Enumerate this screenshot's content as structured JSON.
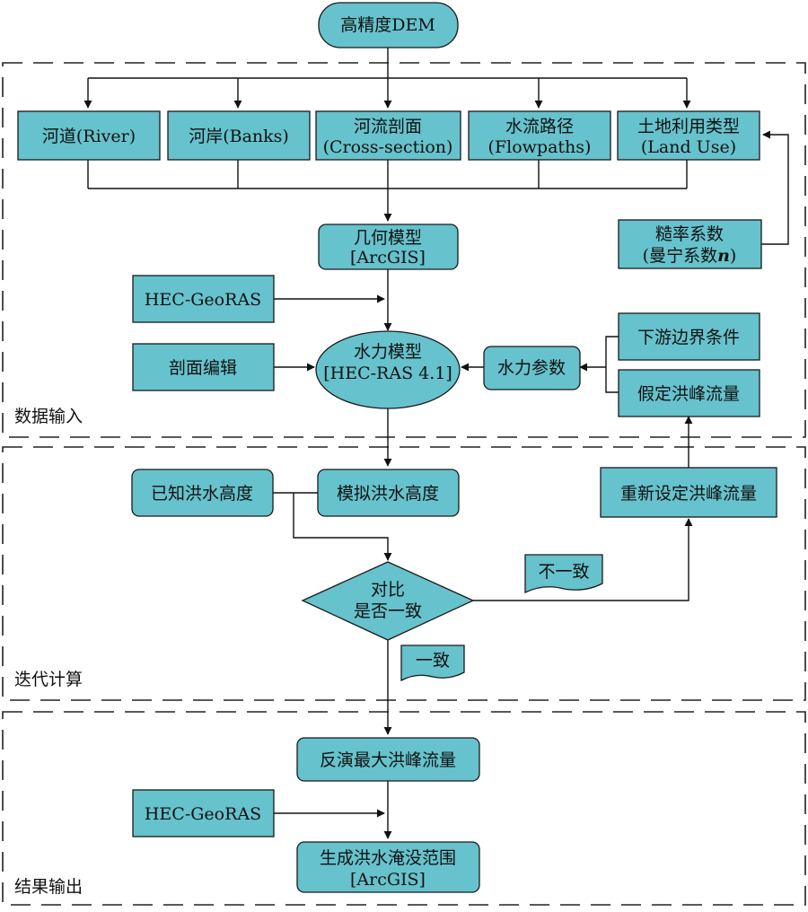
{
  "colors": {
    "box_fill": "#66c2cc",
    "stroke": "#1a1a1a",
    "background": "#ffffff"
  },
  "sections": {
    "input": "数据输入",
    "iterate": "迭代计算",
    "output": "结果输出"
  },
  "nodes": {
    "dem": "高精度DEM",
    "river": "河道(River)",
    "banks": "河岸(Banks)",
    "cross_l1": "河流剖面",
    "cross_l2": "(Cross-section)",
    "flow_l1": "水流路径",
    "flow_l2": "(Flowpaths)",
    "land_l1": "土地利用类型",
    "land_l2": "(Land Use)",
    "geom_l1": "几何模型",
    "geom_l2": "[ArcGIS]",
    "rough_l1": "糙率系数",
    "rough_l2": "(曼宁系数",
    "rough_l2_italic": "n",
    "rough_l2_end": ")",
    "georas1": "HEC-GeoRAS",
    "section_edit": "剖面编辑",
    "hyd_l1": "水力模型",
    "hyd_l2": "[HEC-RAS 4.1]",
    "hyd_params": "水力参数",
    "downstream": "下游边界条件",
    "assumed_flow": "假定洪峰流量",
    "known_height": "已知洪水高度",
    "sim_height": "模拟洪水高度",
    "reset_flow": "重新设定洪峰流量",
    "compare_l1": "对比",
    "compare_l2": "是否一致",
    "inconsistent": "不一致",
    "consistent": "一致",
    "inverse_flow": "反演最大洪峰流量",
    "georas2": "HEC-GeoRAS",
    "gen_l1": "生成洪水淹没范围",
    "gen_l2": "[ArcGIS]"
  }
}
